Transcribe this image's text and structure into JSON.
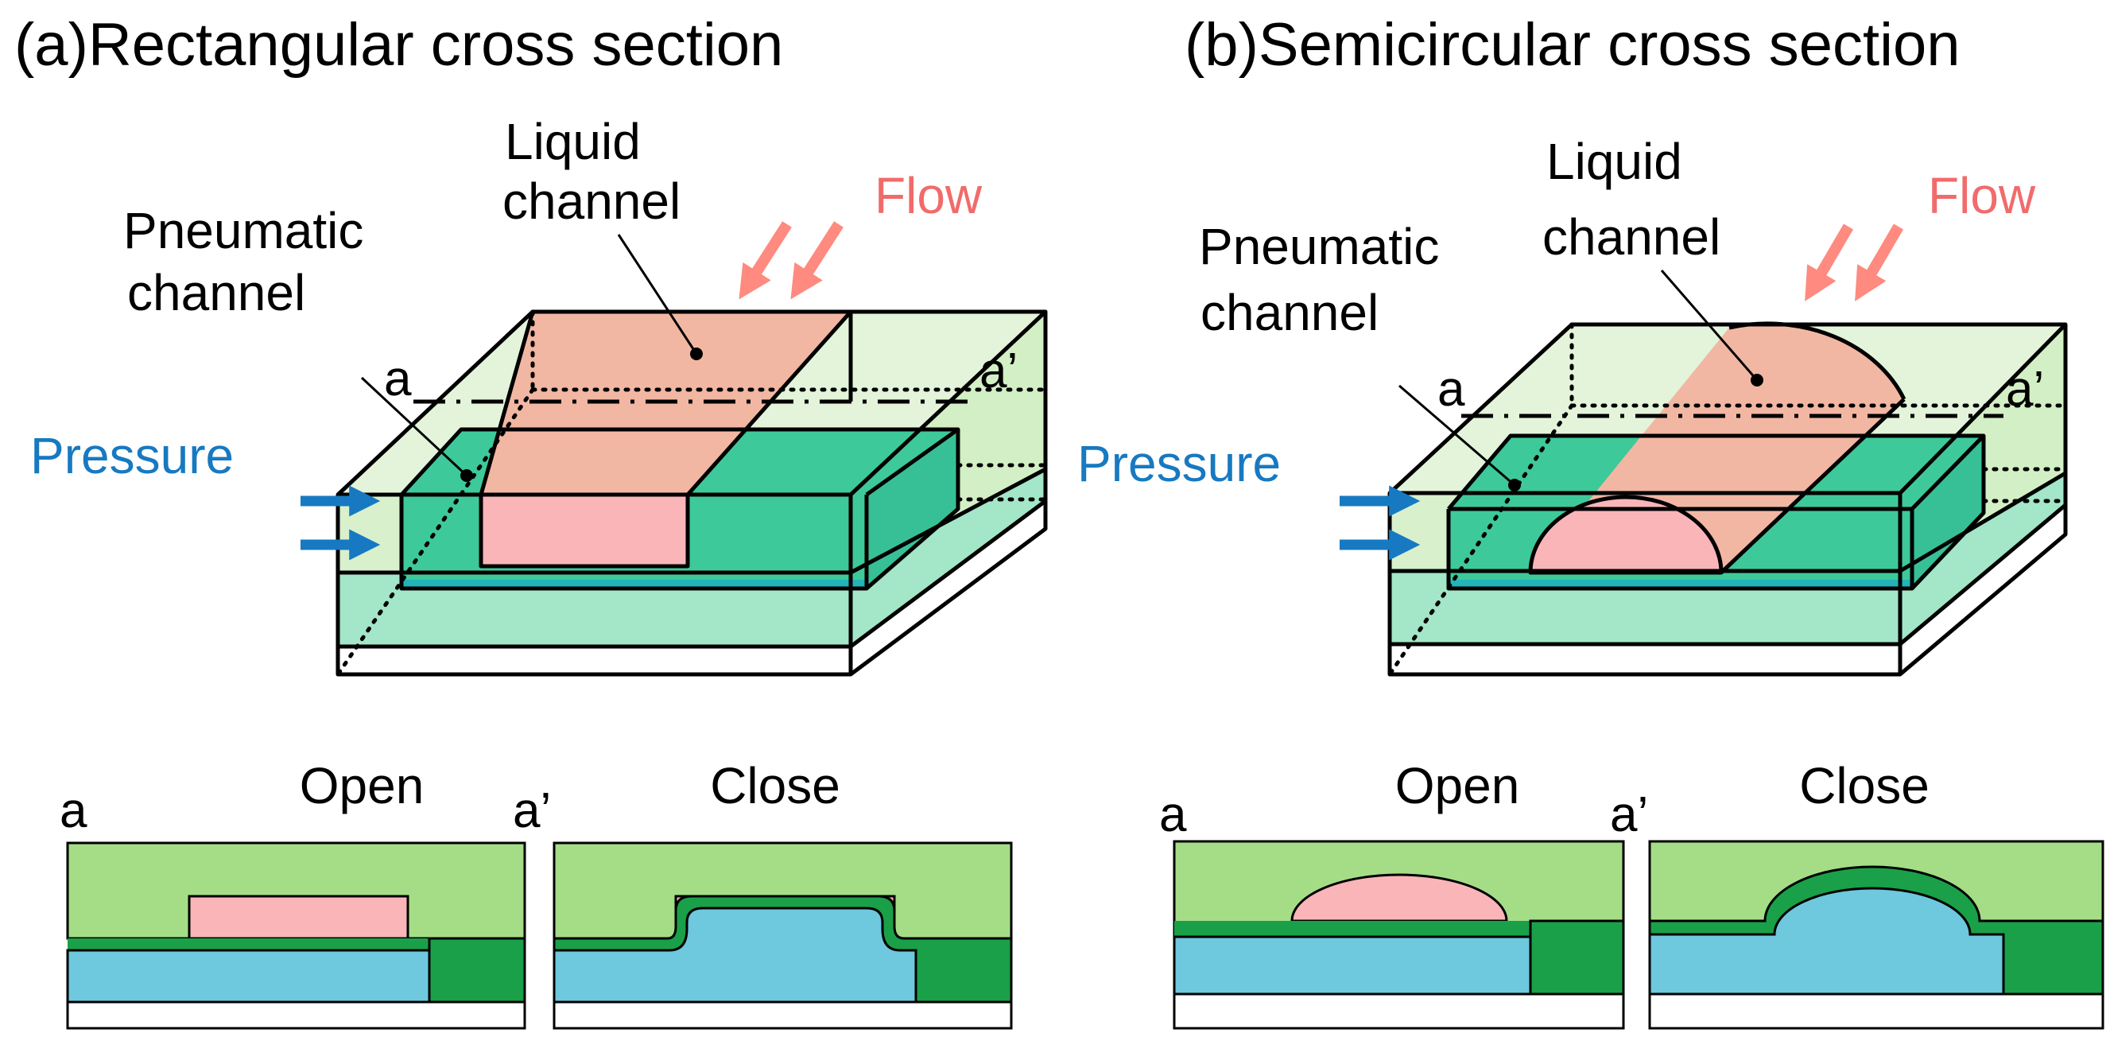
{
  "panels": [
    {
      "title": "(a)Rectangular cross section",
      "liquid_channel": [
        "Liquid",
        "channel"
      ],
      "pneumatic_channel": [
        "Pneumatic",
        "channel"
      ],
      "flow": "Flow",
      "pressure": "Pressure",
      "section_start": "a",
      "section_end": "a’",
      "open_label": "Open",
      "close_label": "Close"
    },
    {
      "title": "(b)Semicircular cross section",
      "liquid_channel": [
        "Liquid",
        "channel"
      ],
      "pneumatic_channel": [
        "Pneumatic",
        "channel"
      ],
      "flow": "Flow",
      "pressure": "Pressure",
      "section_start": "a",
      "section_end": "a’",
      "open_label": "Open",
      "close_label": "Close"
    }
  ],
  "colors": {
    "flow_arrow": "#ff8a80",
    "flow_text": "#f16b6b",
    "pressure_arrow": "#1779c1",
    "pressure_text": "#1779c1",
    "top_layer": "#e3f4da",
    "middle_layer": "#a3e6c8",
    "pneumatic_chamber": "#3ec99a",
    "liquid_channel": "#f2b7a2",
    "liquid_front": "#f9b5b8",
    "section_top": "#a5dd87",
    "section_membrane": "#1aa048",
    "section_pneumatic": "#6ec8de",
    "section_liquid": "#f9b5b8"
  }
}
